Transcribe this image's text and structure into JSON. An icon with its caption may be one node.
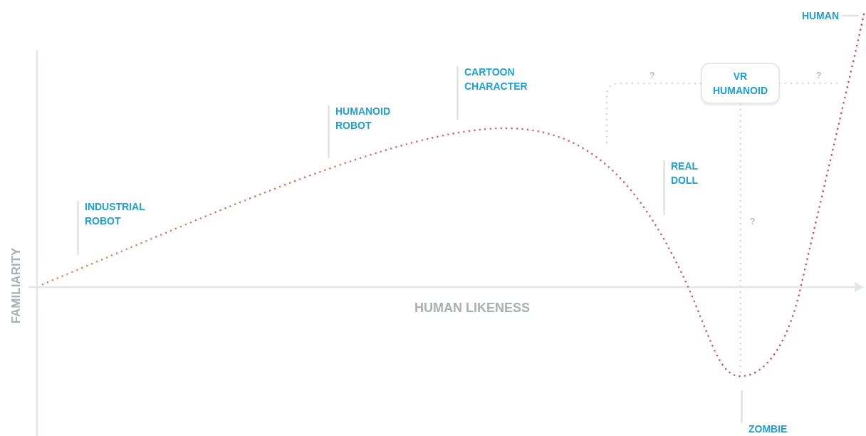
{
  "diagram": {
    "nodes": [
      {
        "text": [
          "HUMAN"
        ]
      },
      {
        "text": [
          "CARTOON CHARACTER"
        ]
      },
      {
        "text": [
          "VR HUMANOID"
        ]
      },
      {
        "text": [
          "HUMANOID ROBOT"
        ]
      },
      {
        "text": [
          "REAL DOLL"
        ]
      },
      {
        "text": [
          "INDUSTRIAL ROBOT"
        ]
      },
      {
        "text": [
          "ZOMBIE"
        ]
      }
    ],
    "edges": [
      {
        "from": 0,
        "to": null,
        "arrow": "none"
      },
      {
        "from": 1,
        "to": null,
        "arrow": "none"
      },
      {
        "from": 2,
        "to": null,
        "arrow": "none",
        "label": "?",
        "style": "dashed"
      },
      {
        "from": 2,
        "to": null,
        "arrow": "none",
        "label": "?",
        "style": "dashed"
      },
      {
        "from": 2,
        "to": null,
        "arrow": "none",
        "label": "?",
        "style": "dashed"
      },
      {
        "from": 3,
        "to": null,
        "arrow": "none"
      },
      {
        "from": 4,
        "to": null,
        "arrow": "none"
      },
      {
        "from": 5,
        "to": null,
        "arrow": "none"
      },
      {
        "from": 6,
        "to": null,
        "arrow": "none"
      }
    ],
    "labels": [
      "FAMILIARITY",
      "HUMAN LIKENESS"
    ]
  }
}
